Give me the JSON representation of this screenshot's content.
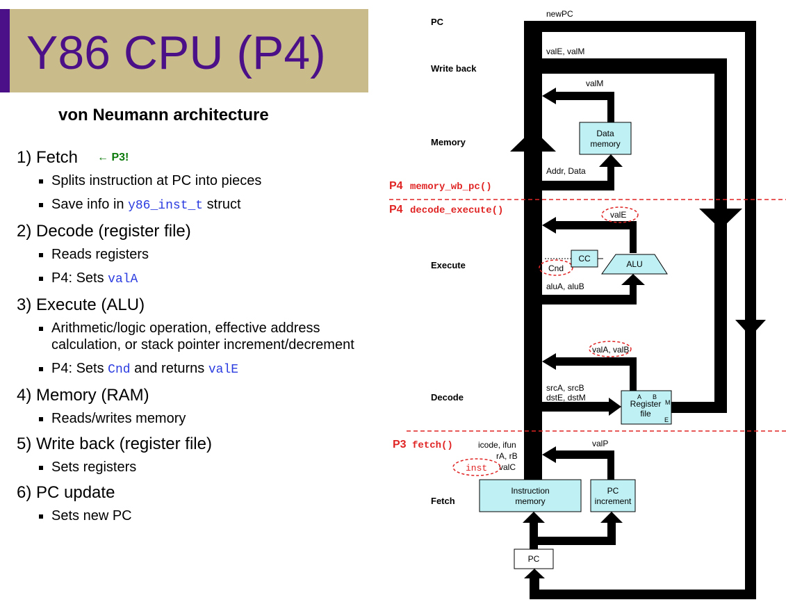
{
  "slide": {
    "title": "Y86 CPU (P4)",
    "subtitle": "von Neumann architecture"
  },
  "steps": [
    {
      "num": "1)",
      "label": "Fetch",
      "tag": "← P3!",
      "bullets": [
        {
          "parts": [
            {
              "t": "Splits instruction at PC into pieces"
            }
          ]
        },
        {
          "parts": [
            {
              "t": "Save info in "
            },
            {
              "t": "y86_inst_t",
              "code": true
            },
            {
              "t": " struct"
            }
          ]
        }
      ]
    },
    {
      "num": "2)",
      "label": "Decode (register file)",
      "bullets": [
        {
          "parts": [
            {
              "t": "Reads registers"
            }
          ]
        },
        {
          "parts": [
            {
              "t": "P4: Sets "
            },
            {
              "t": "valA",
              "code": true
            }
          ]
        }
      ]
    },
    {
      "num": "3)",
      "label": "Execute (ALU)",
      "bullets": [
        {
          "parts": [
            {
              "t": "Arithmetic/logic operation, effective address calculation, or stack pointer increment/decrement"
            }
          ]
        },
        {
          "parts": [
            {
              "t": "P4: Sets "
            },
            {
              "t": "Cnd",
              "code": true
            },
            {
              "t": " and returns "
            },
            {
              "t": "valE",
              "code": true
            }
          ]
        }
      ]
    },
    {
      "num": "4)",
      "label": "Memory (RAM)",
      "bullets": [
        {
          "parts": [
            {
              "t": "Reads/writes memory"
            }
          ]
        }
      ]
    },
    {
      "num": "5)",
      "label": "Write back (register file)",
      "bullets": [
        {
          "parts": [
            {
              "t": "Sets registers"
            }
          ]
        }
      ]
    },
    {
      "num": "6)",
      "label": "PC update",
      "bullets": [
        {
          "parts": [
            {
              "t": "Sets new PC"
            }
          ]
        }
      ]
    }
  ],
  "diagram": {
    "stages": {
      "pc": "PC",
      "writeback": "Write back",
      "memory": "Memory",
      "execute": "Execute",
      "decode": "Decode",
      "fetch": "Fetch"
    },
    "labels": {
      "newpc": "newPC",
      "vale_valm": "valE, valM",
      "valm": "valM",
      "addr_data": "Addr, Data",
      "vale": "valE",
      "cnd": "Cnd",
      "alua_alub": "aluA, aluB",
      "vala_valb": "valA, valB",
      "srca_srcb": "srcA, srcB",
      "dste_dstm": "dstE, dstM",
      "icode_ifun": "icode, ifun",
      "ra_rb": "rA, rB",
      "valc": "valC",
      "inst": "inst",
      "valp": "valP"
    },
    "boxes": {
      "data_memory_1": "Data",
      "data_memory_2": "memory",
      "cc": "CC",
      "alu": "ALU",
      "regfile_1": "Register",
      "regfile_2": "file",
      "regfile_a": "A",
      "regfile_b": "B",
      "regfile_m": "M",
      "regfile_e": "E",
      "imem_1": "Instruction",
      "imem_2": "memory",
      "pcinc_1": "PC",
      "pcinc_2": "increment",
      "pc": "PC"
    },
    "annotations": {
      "mem_p": "P4",
      "mem_fn": "memory_wb_pc()",
      "dec_p": "P4",
      "dec_fn": "decode_execute()",
      "fetch_p": "P3",
      "fetch_fn": "fetch()"
    },
    "colors": {
      "box_fill": "#bff0f4",
      "red": "#e02424",
      "title": "#4b0f87",
      "title_bar": "#c9bb8a",
      "tag": "#0b7a0b"
    }
  }
}
